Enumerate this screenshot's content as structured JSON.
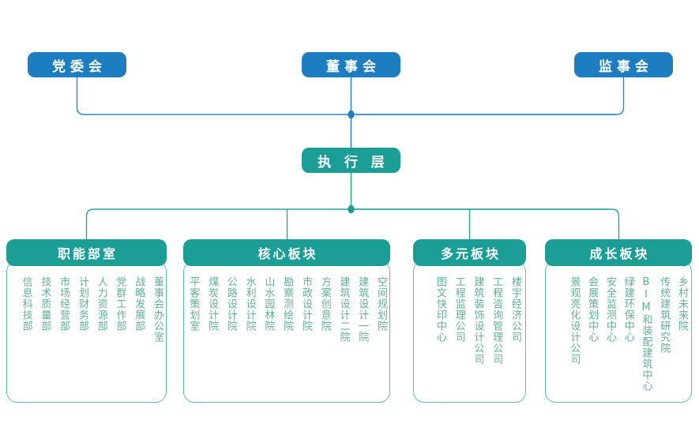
{
  "top_level": {
    "boxes": [
      {
        "id": "dangweihui",
        "label": "党委会",
        "color": "#1c7dc0"
      },
      {
        "id": "dongshihui",
        "label": "董事会",
        "color": "#1c7dc0"
      },
      {
        "id": "jianshihui",
        "label": "监事会",
        "color": "#1c7dc0"
      }
    ]
  },
  "executive": {
    "label": "执 行 层",
    "color": "#1b9e96"
  },
  "colors": {
    "blue": "#1c7dc0",
    "blue_line": "#2f86c5",
    "teal": "#1b9e96",
    "teal_line": "#2ba49c",
    "panel_border": "#5bbfae",
    "text_teal": "#5fae9b",
    "background": "#ffffff"
  },
  "sections": [
    {
      "id": "functional",
      "title": "职能部室",
      "items": [
        "董事会办公室",
        "战略发展部",
        "党群工作部",
        "人力资源部",
        "计划财务部",
        "市场经营部",
        "技术质量部",
        "信息科技部"
      ]
    },
    {
      "id": "core",
      "title": "核心板块",
      "items": [
        "空间规划院",
        "建筑设计一院",
        "建筑设计二院",
        "方案创意院",
        "市政设计院",
        "勘察测绘院",
        "山水园林院",
        "水利设计院",
        "公路设计院",
        "煤炭设计院",
        "平客策划室"
      ]
    },
    {
      "id": "diversified",
      "title": "多元板块",
      "items": [
        "楼宇经济公司",
        "工程咨询管理公司",
        "建筑装饰设计公司",
        "工程监理公司",
        "图文快印中心"
      ]
    },
    {
      "id": "growth",
      "title": "成长板块",
      "items": [
        "乡村未来院",
        "传统建筑研究院",
        "BIM和装配建筑中心",
        "绿建环保中心",
        "安全监测中心",
        "会展策划中心",
        "景观亮化设计公司"
      ]
    }
  ]
}
